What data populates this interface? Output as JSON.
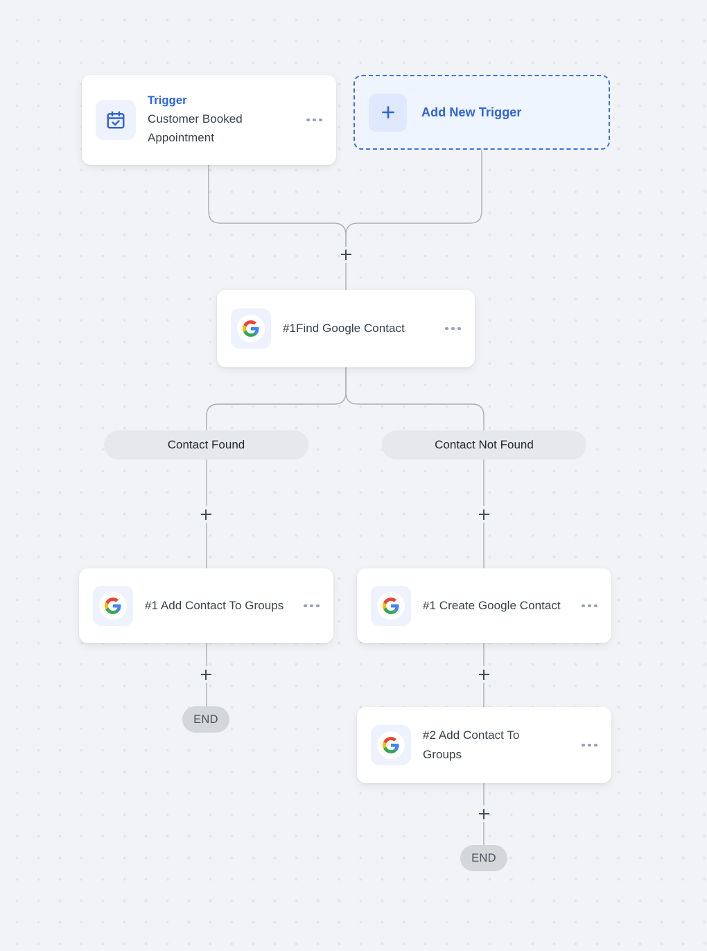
{
  "canvas": {
    "background_color": "#f1f3f6",
    "dot_color": "#e3e4e6",
    "connector_color": "#aaacb2"
  },
  "nodes": {
    "trigger": {
      "icon": "calendar-check-icon",
      "kicker": "Trigger",
      "title": "Customer Booked Appointment",
      "menu": "more-options"
    },
    "add_trigger": {
      "icon": "plus-icon",
      "label": "Add New Trigger",
      "accent_color": "#2f62dd",
      "border_color": "#3b6fe0",
      "background_color": "#eff5fe"
    },
    "find_contact": {
      "icon": "google-icon",
      "title": "#1Find Google Contact",
      "menu": "more-options"
    },
    "add_groups_1": {
      "icon": "google-icon",
      "title": "#1 Add Contact To Groups",
      "menu": "more-options"
    },
    "create_contact": {
      "icon": "google-icon",
      "title": "#1 Create Google Contact",
      "menu": "more-options"
    },
    "add_groups_2": {
      "icon": "google-icon",
      "title": "#2 Add Contact To Groups",
      "menu": "more-options"
    }
  },
  "branches": {
    "left_label": "Contact Found",
    "right_label": "Contact Not Found"
  },
  "terminators": {
    "left": "END",
    "right": "END"
  },
  "handles": {
    "add_step": "+"
  }
}
